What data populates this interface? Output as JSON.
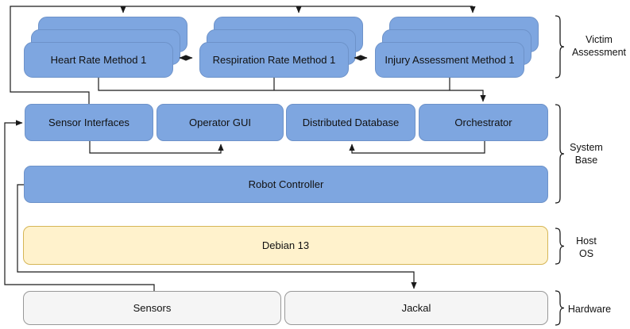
{
  "diagram": {
    "layers": {
      "victim_assessment": {
        "brace_label": "Victim\nAssessment",
        "methods": [
          {
            "label": "Heart Rate Method 1"
          },
          {
            "label": "Respiration Rate Method 1"
          },
          {
            "label": "Injury Assessment Method 1"
          }
        ]
      },
      "system_base": {
        "brace_label": "System\nBase",
        "services": [
          {
            "label": "Sensor Interfaces"
          },
          {
            "label": "Operator GUI"
          },
          {
            "label": "Distributed Database"
          },
          {
            "label": "Orchestrator"
          }
        ],
        "controller": {
          "label": "Robot Controller"
        }
      },
      "host_os": {
        "brace_label": "Host\nOS",
        "os": {
          "label": "Debian 13"
        }
      },
      "hardware": {
        "brace_label": "Hardware",
        "devices": [
          {
            "label": "Sensors"
          },
          {
            "label": "Jackal"
          }
        ]
      }
    },
    "connections": [
      {
        "from": "Sensor Interfaces",
        "to": "Victim Assessment method stacks",
        "type": "arrow"
      },
      {
        "from": "Victim Assessment method stacks",
        "to": "Orchestrator",
        "type": "arrow"
      },
      {
        "from": "Heart Rate Method 1",
        "to": "Respiration Rate Method 1",
        "type": "bidirectional-arrow"
      },
      {
        "from": "Respiration Rate Method 1",
        "to": "Injury Assessment Method 1",
        "type": "bidirectional-arrow"
      },
      {
        "from": "Sensor Interfaces",
        "to": "Operator GUI",
        "type": "arrow"
      },
      {
        "from": "Orchestrator",
        "to": "Distributed Database",
        "type": "arrow"
      },
      {
        "from": "Sensors",
        "to": "Sensor Interfaces",
        "type": "arrow"
      },
      {
        "from": "Robot Controller",
        "to": "Jackal",
        "type": "arrow"
      }
    ],
    "colors": {
      "component_fill": "#7EA6E0",
      "component_stroke": "#6d92c9",
      "os_fill": "#FFF2CC",
      "os_stroke": "#D6B656",
      "hardware_fill": "#F5F5F5",
      "hardware_stroke": "#989898",
      "connector": "#1a1a1a",
      "text": "#111111"
    }
  }
}
